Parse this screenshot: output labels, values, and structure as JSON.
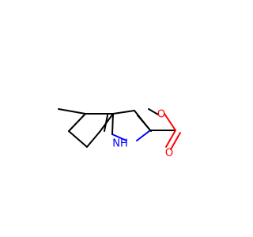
{
  "molecule": {
    "atoms": {
      "o_carbonyl": {
        "symbol": "O"
      },
      "o_ester": {
        "symbol": "O"
      },
      "nh": {
        "symbol": "NH"
      }
    },
    "colors": {
      "carbon_bond": "#000000",
      "oxygen": "#ff0000",
      "nitrogen": "#0000ff",
      "background": "#ffffff"
    }
  }
}
